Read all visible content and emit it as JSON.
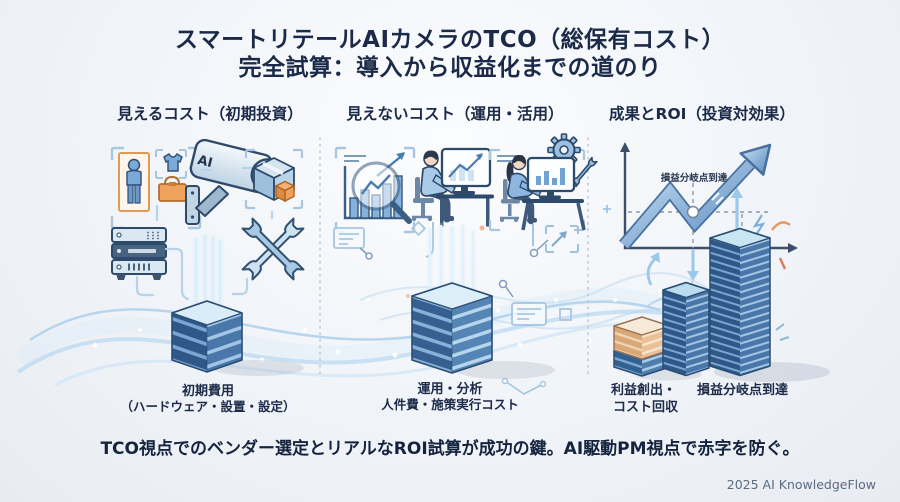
{
  "title": {
    "line1": "スマートリテールAIカメラのTCO（総保有コスト）",
    "line2": "完全試算：導入から収益化までの道のり"
  },
  "columns": {
    "visible_costs": {
      "header": "見えるコスト（初期投資）",
      "caption": {
        "line1": "初期費用",
        "line2": "（ハードウェア・設置・設定）"
      }
    },
    "hidden_costs": {
      "header": "見えないコスト（運用・活用）",
      "caption": {
        "line1": "運用・分析",
        "line2": "人件費・施策実行コスト"
      }
    },
    "roi": {
      "header": "成果とROI（投資対効果）",
      "chart_annotation": "損益分岐点到達",
      "caption_profit": {
        "line1": "利益創出・",
        "line2": "コスト回収"
      },
      "caption_breakeven": "損益分岐点到達"
    }
  },
  "camera": {
    "label": "AI"
  },
  "footer": {
    "summary": "TCO視点でのベンダー選定とリアルなROI試算が成功の鍵。AI駆動PM視点で赤字を防ぐ。"
  },
  "watermark": "2025 AI KnowledgeFlow",
  "icons": {
    "left": [
      "person-detection-icon",
      "ai-camera-icon",
      "package-box-icon",
      "server-rack-icon",
      "crossed-wrenches-icon"
    ],
    "middle": [
      "chart-magnifier-icon",
      "analyst-at-desk-icon",
      "operator-at-desk-icon",
      "gear-icon",
      "note-icon"
    ],
    "right": [
      "growth-arrow-chart",
      "breakeven-point-marker",
      "profit-stack",
      "cost-towers"
    ]
  },
  "colors": {
    "title_text": "#1b2a48",
    "navy_stroke": "#2e4a6a",
    "accent_blue": "#4a7cb0",
    "light_blue": "#a9cdea",
    "orange": "#e8965a",
    "peach": "#f0d0ae",
    "background": "#eef1f6"
  }
}
